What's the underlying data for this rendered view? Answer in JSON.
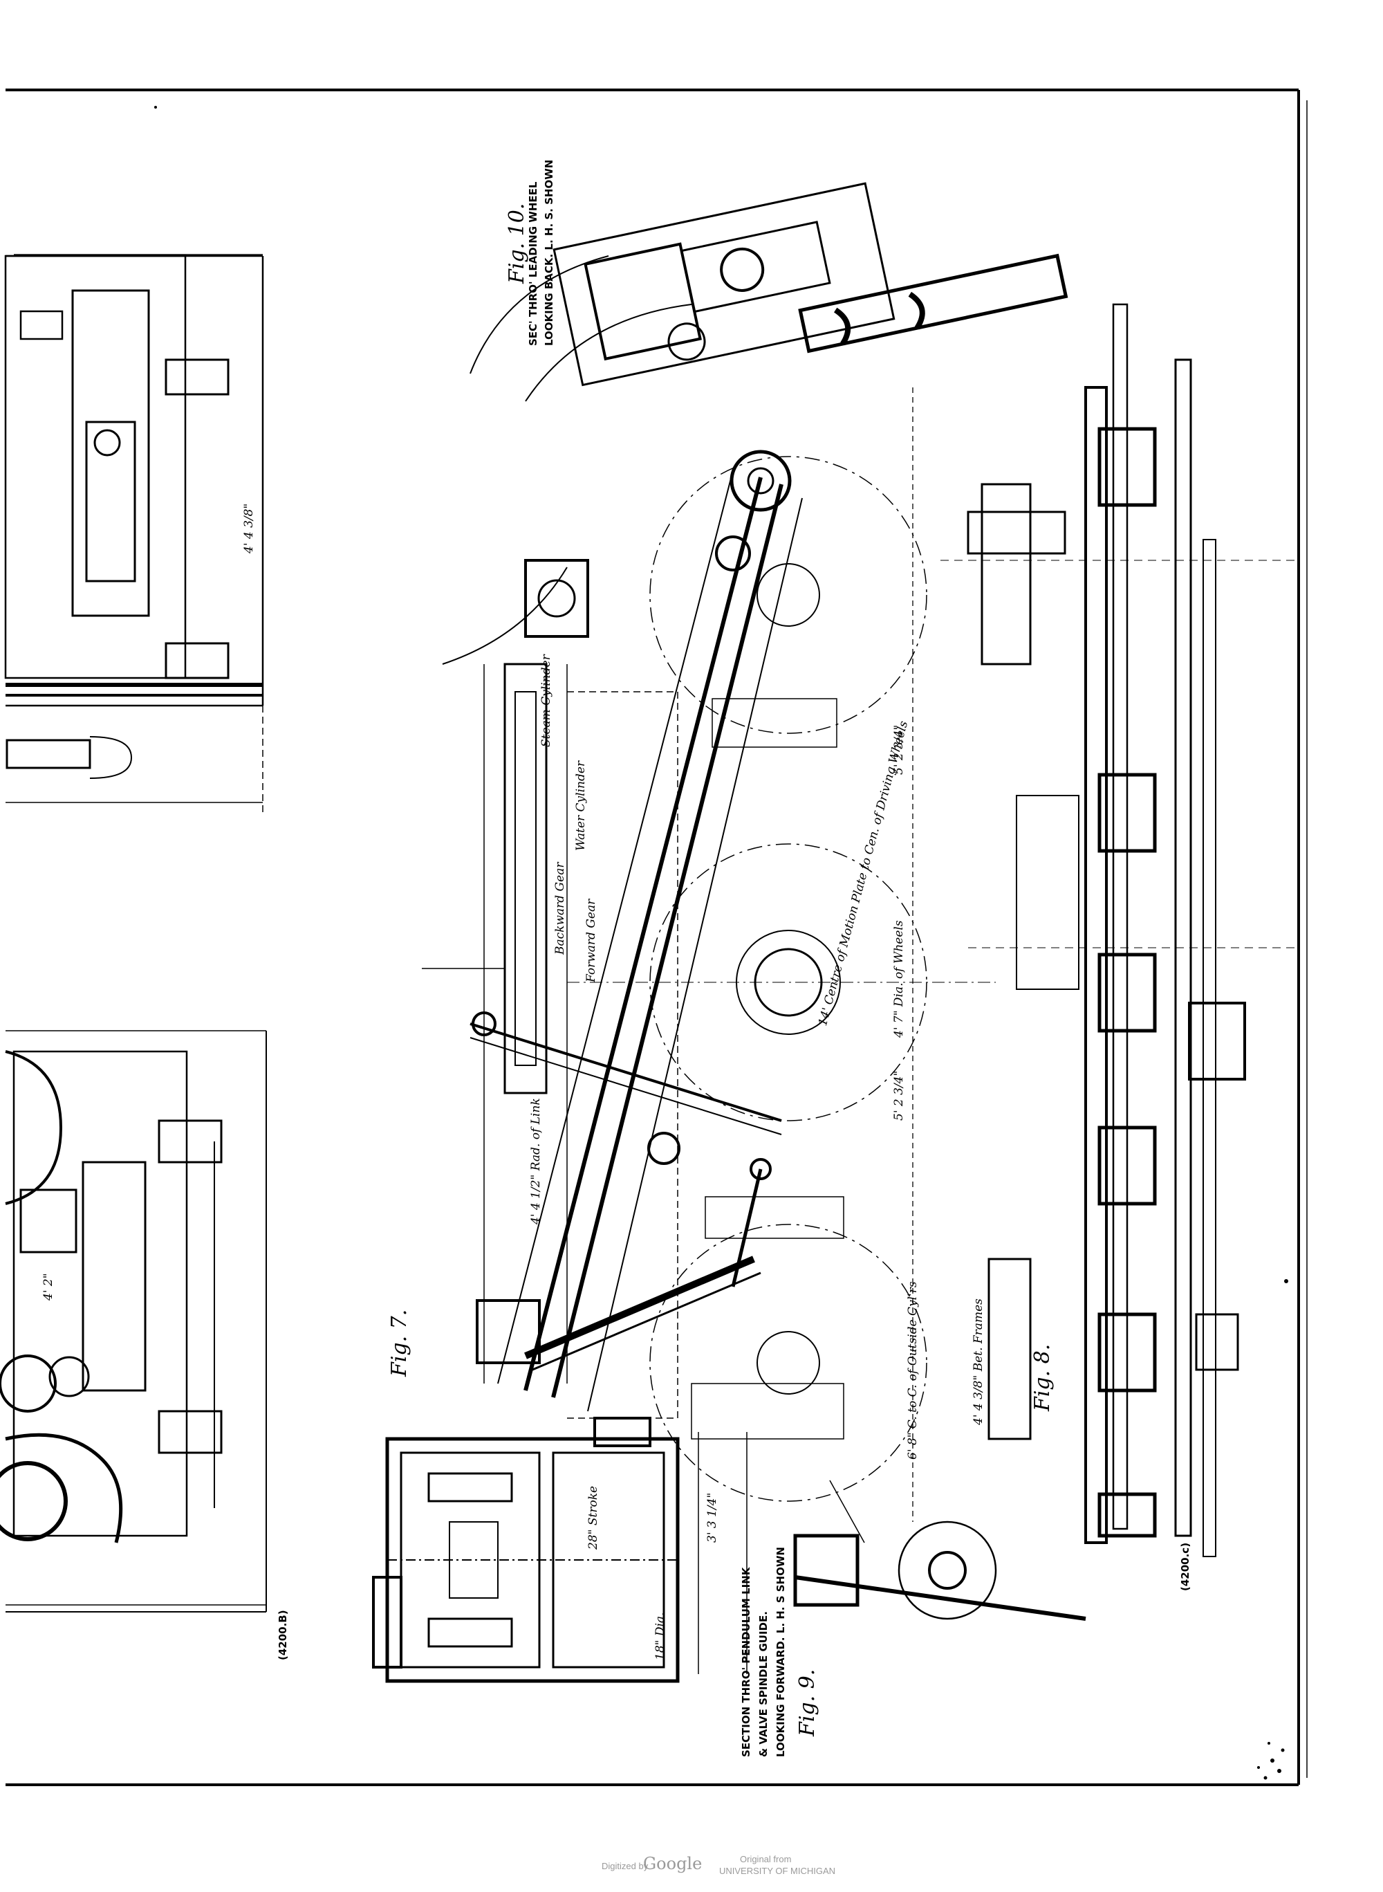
{
  "figures": {
    "fig7": "Fig. 7.",
    "fig8": "Fig. 8.",
    "fig9": "Fig. 9.",
    "fig10": "Fig. 10."
  },
  "captions": {
    "fig9_line1": "SECTION THRO' PENDULUM LINK",
    "fig9_line2": "& VALVE SPINDLE GUIDE.",
    "fig9_line3": "LOOKING FORWARD. L. H. S SHOWN",
    "fig10_line1": "SEC' THRO' LEADING WHEEL",
    "fig10_line2": "LOOKING BACK. L. H. S. SHOWN"
  },
  "labels": {
    "steam_cylinder": "Steam Cylinder",
    "water_cylinder": "Water Cylinder",
    "backward_gear": "Backward Gear",
    "forward_gear": "Forward Gear",
    "stroke": "28\" Stroke",
    "bore": "18\" Dia.",
    "outside_cyl": "6' 8\" C. to C. of Outside Cyl'rs",
    "frames": "4' 4 3/8\" Bet. Frames",
    "wheels_dia": "4' 7\" Dia. of Wheels",
    "centre_motion": "14' Centre of Motion Plate to Cen. of Driving Wheels",
    "dim_1": "5' 2 3/4\"",
    "dim_2": "5' 2 3/4\"",
    "dim_3": "3' 3 1/4\"",
    "dim_4": "4' 4 3/8\"",
    "dim_5": "4' 2\"",
    "rad_link": "4' 4 1/2\" Rad. of Link",
    "plate_ref_1": "(4200.c)",
    "plate_ref_2": "(4200.B)"
  },
  "footer": {
    "digitized": "Digitized by",
    "google": "Google",
    "original_from": "Original from",
    "institution": "UNIVERSITY OF MICHIGAN"
  }
}
